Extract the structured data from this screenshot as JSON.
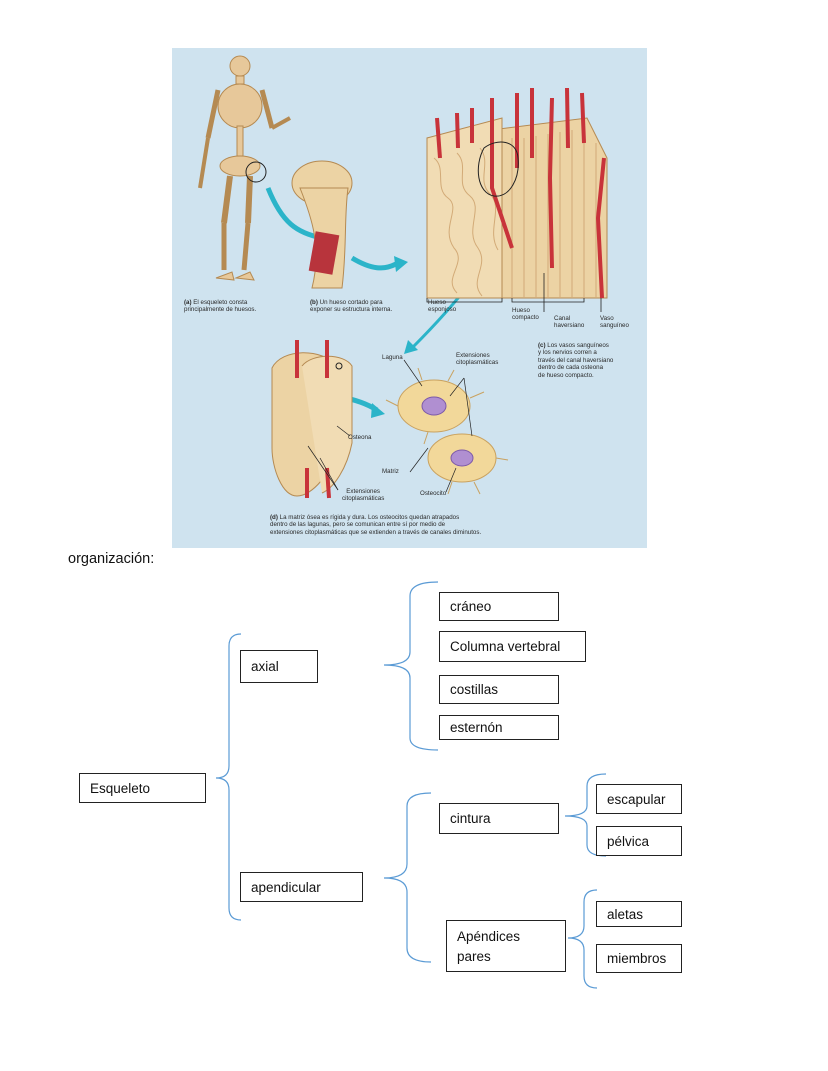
{
  "figure": {
    "caption_a_tag": "(a)",
    "caption_a_line1": "El esqueleto consta",
    "caption_a_line2": "principalmente de huesos.",
    "caption_b_tag": "(b)",
    "caption_b_line1": "Un hueso cortado para",
    "caption_b_line2": "exponer su estructura interna.",
    "label_hueso_esponjoso_1": "Hueso",
    "label_hueso_esponjoso_2": "esponjoso",
    "label_hueso_compacto_1": "Hueso",
    "label_hueso_compacto_2": "compacto",
    "label_canal_1": "Canal",
    "label_canal_2": "haversiano",
    "label_vaso_1": "Vaso",
    "label_vaso_2": "sanguíneo",
    "caption_c_tag": "(c)",
    "caption_c_line1": "Los vasos sanguíneos",
    "caption_c_line2": "y los nervios corren a",
    "caption_c_line3": "través del canal haversiano",
    "caption_c_line4": "dentro de cada osteona",
    "caption_c_line5": "de hueso compacto.",
    "label_laguna": "Laguna",
    "label_ext_top_1": "Extensiones",
    "label_ext_top_2": "citoplasmáticas",
    "label_osteona": "Osteona",
    "label_matriz": "Matriz",
    "label_osteocito": "Osteocito",
    "label_ext_bottom_1": "Extensiones",
    "label_ext_bottom_2": "citoplasmáticas",
    "caption_d_tag": "(d)",
    "caption_d_line1": "La matriz ósea es rígida y dura. Los osteocitos quedan atrapados",
    "caption_d_line2": "dentro de las lagunas, pero se comunican entre sí por medio de",
    "caption_d_line3": "extensiones citoplasmáticas que se extienden a través de canales diminutos."
  },
  "heading": "organización:",
  "tree": {
    "root": "Esqueleto",
    "axial": "axial",
    "apendicular": "apendicular",
    "craneo": "cráneo",
    "columna": "Columna vertebral",
    "costillas": "costillas",
    "esternon": "esternón",
    "cintura": "cintura",
    "apendices_1": "Apéndices",
    "apendices_2": "pares",
    "escapular": "escapular",
    "pelvica": "pélvica",
    "aletas": "aletas",
    "miembros": "miembros"
  },
  "colors": {
    "bracket": "#5b9bd5",
    "figure_bg": "#cfe3ef",
    "bone": "#ead2a8",
    "vessel": "#c8333a",
    "arrow": "#2bb4c9"
  }
}
